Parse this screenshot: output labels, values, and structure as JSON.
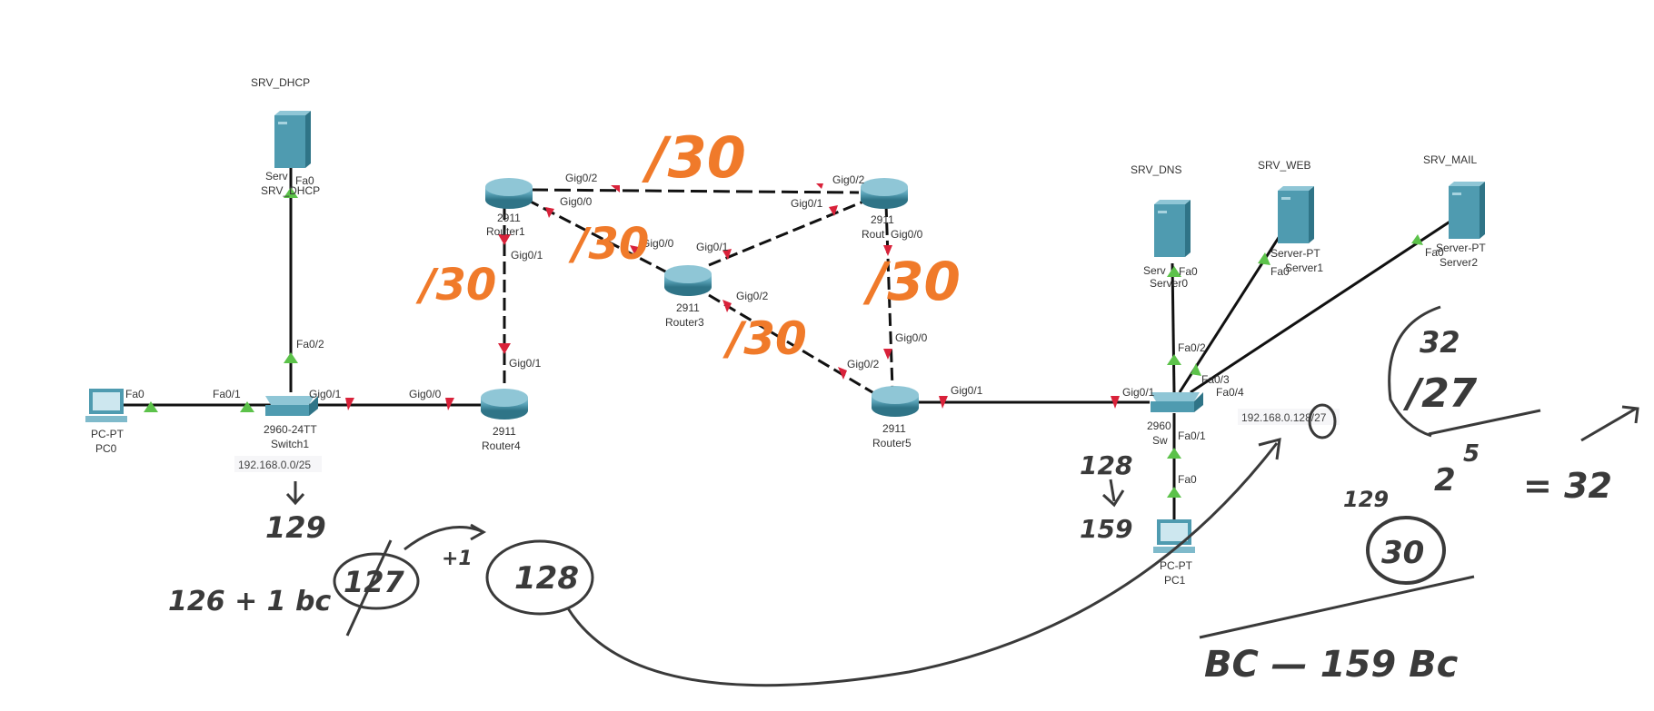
{
  "colors": {
    "device": "#4f9bb0",
    "device_dark": "#2f7487",
    "link": "#111111",
    "port_up": "#5cc24a",
    "port_down": "#d9223a",
    "annotation_orange": "#f07a2a",
    "annotation_ink": "#3a3a3a"
  },
  "devices": [
    {
      "id": "srv_dhcp",
      "type": "server",
      "title": "SRV_DHCP",
      "model": "Serv",
      "name": "SRV_DHCP"
    },
    {
      "id": "pc0",
      "type": "pc",
      "model": "PC-PT",
      "name": "PC0"
    },
    {
      "id": "switch1",
      "type": "switch",
      "model": "2960-24TT",
      "name": "Switch1"
    },
    {
      "id": "router4",
      "type": "router",
      "model": "2911",
      "name": "Router4"
    },
    {
      "id": "router1",
      "type": "router",
      "model": "2911",
      "name": "Router1"
    },
    {
      "id": "router3",
      "type": "router",
      "model": "2911",
      "name": "Router3"
    },
    {
      "id": "router2",
      "type": "router",
      "model": "2911",
      "name": "Rout"
    },
    {
      "id": "router5",
      "type": "router",
      "model": "2911",
      "name": "Router5"
    },
    {
      "id": "switch2",
      "type": "switch",
      "model": "2960",
      "name": "Sw"
    },
    {
      "id": "pc1",
      "type": "pc",
      "model": "PC-PT",
      "name": "PC1"
    },
    {
      "id": "srv_dns",
      "type": "server",
      "title": "SRV_DNS",
      "model": "Serv",
      "name": "Server0"
    },
    {
      "id": "srv_web",
      "type": "server",
      "title": "SRV_WEB",
      "model": "Server-PT",
      "name": "Server1"
    },
    {
      "id": "srv_mail",
      "type": "server",
      "title": "SRV_MAIL",
      "model": "Server-PT",
      "name": "Server2"
    }
  ],
  "ports": {
    "pc0_fa0": "Fa0",
    "sw1_fa01": "Fa0/1",
    "sw1_fa02": "Fa0/2",
    "sw1_gig01": "Gig0/1",
    "dhcp_fa0": "Fa0",
    "r4_gig00": "Gig0/0",
    "r4_gig01": "Gig0/1",
    "r1_gig01": "Gig0/1",
    "r1_gig02": "Gig0/2",
    "r1_gig00": "Gig0/0",
    "r3_gig00": "Gig0/0",
    "r3_gig01": "Gig0/1",
    "r3_gig02": "Gig0/2",
    "r2_gig02": "Gig0/2",
    "r2_gig01": "Gig0/1",
    "r2_gig00": "Gig0/0",
    "r5_gig00": "Gig0/0",
    "r5_gig02": "Gig0/2",
    "r5_gig01": "Gig0/1",
    "sw2_gig01": "Gig0/1",
    "sw2_fa02": "Fa0/2",
    "sw2_fa03": "Fa0/3",
    "sw2_fa04": "Fa0/4",
    "sw2_fa01": "Fa0/1",
    "pc1_fa0": "Fa0",
    "dns_fa0": "Fa0",
    "web_fa0": "Fa0",
    "mail_fa0": "Fa0"
  },
  "network_notes": {
    "lan1": "192.168.0.0/25",
    "lan2": "192.168.0.128/27"
  },
  "annotations": {
    "orange_mask": "/30",
    "r1_r4": "/30",
    "r1_r3": "/30",
    "r1_r2": "/30",
    "r3_r5": "/30",
    "r2_r5": "/30",
    "lan1_arrow_val": "129",
    "calc_left": "126 + 1 bc",
    "calc_struck": "127",
    "plus_one": "+1",
    "circled_128": "128",
    "range_top": "128",
    "range_bottom": "159",
    "circle_block_top": "32",
    "circle_block_mask": "/27",
    "power": "2",
    "exponent": "5",
    "equals": "= 32",
    "net_129": "129",
    "circled_30": "30",
    "bc_line": "BC — 159 Bc"
  }
}
